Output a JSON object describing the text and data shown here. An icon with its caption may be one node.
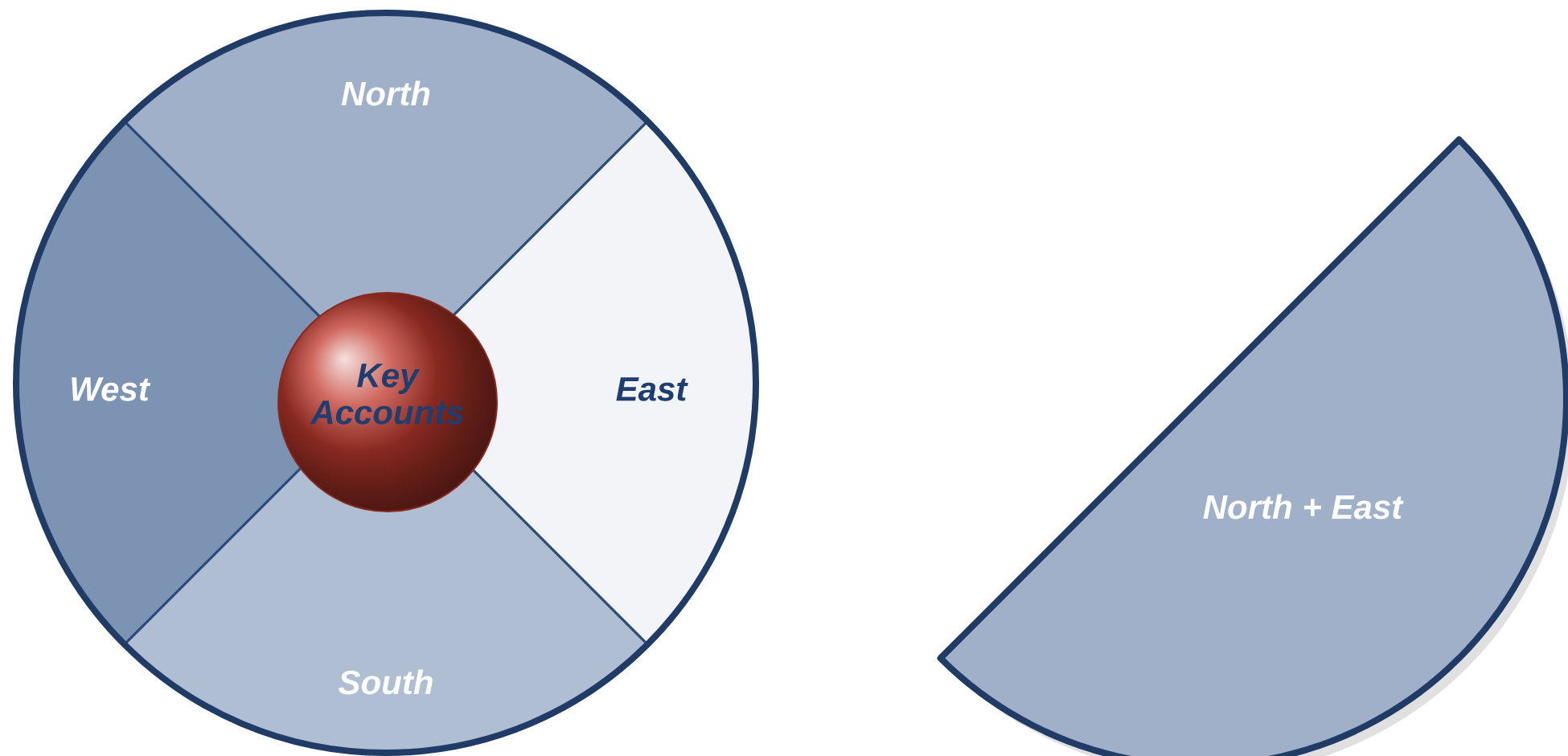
{
  "diagram": {
    "nodes": [
      {
        "text": [
          "North"
        ]
      },
      {
        "text": [
          "West"
        ]
      },
      {
        "text": [
          "Key Accounts"
        ]
      },
      {
        "text": [
          "East"
        ]
      },
      {
        "text": [
          "South"
        ]
      },
      {
        "text": [
          "North + East"
        ]
      }
    ]
  }
}
